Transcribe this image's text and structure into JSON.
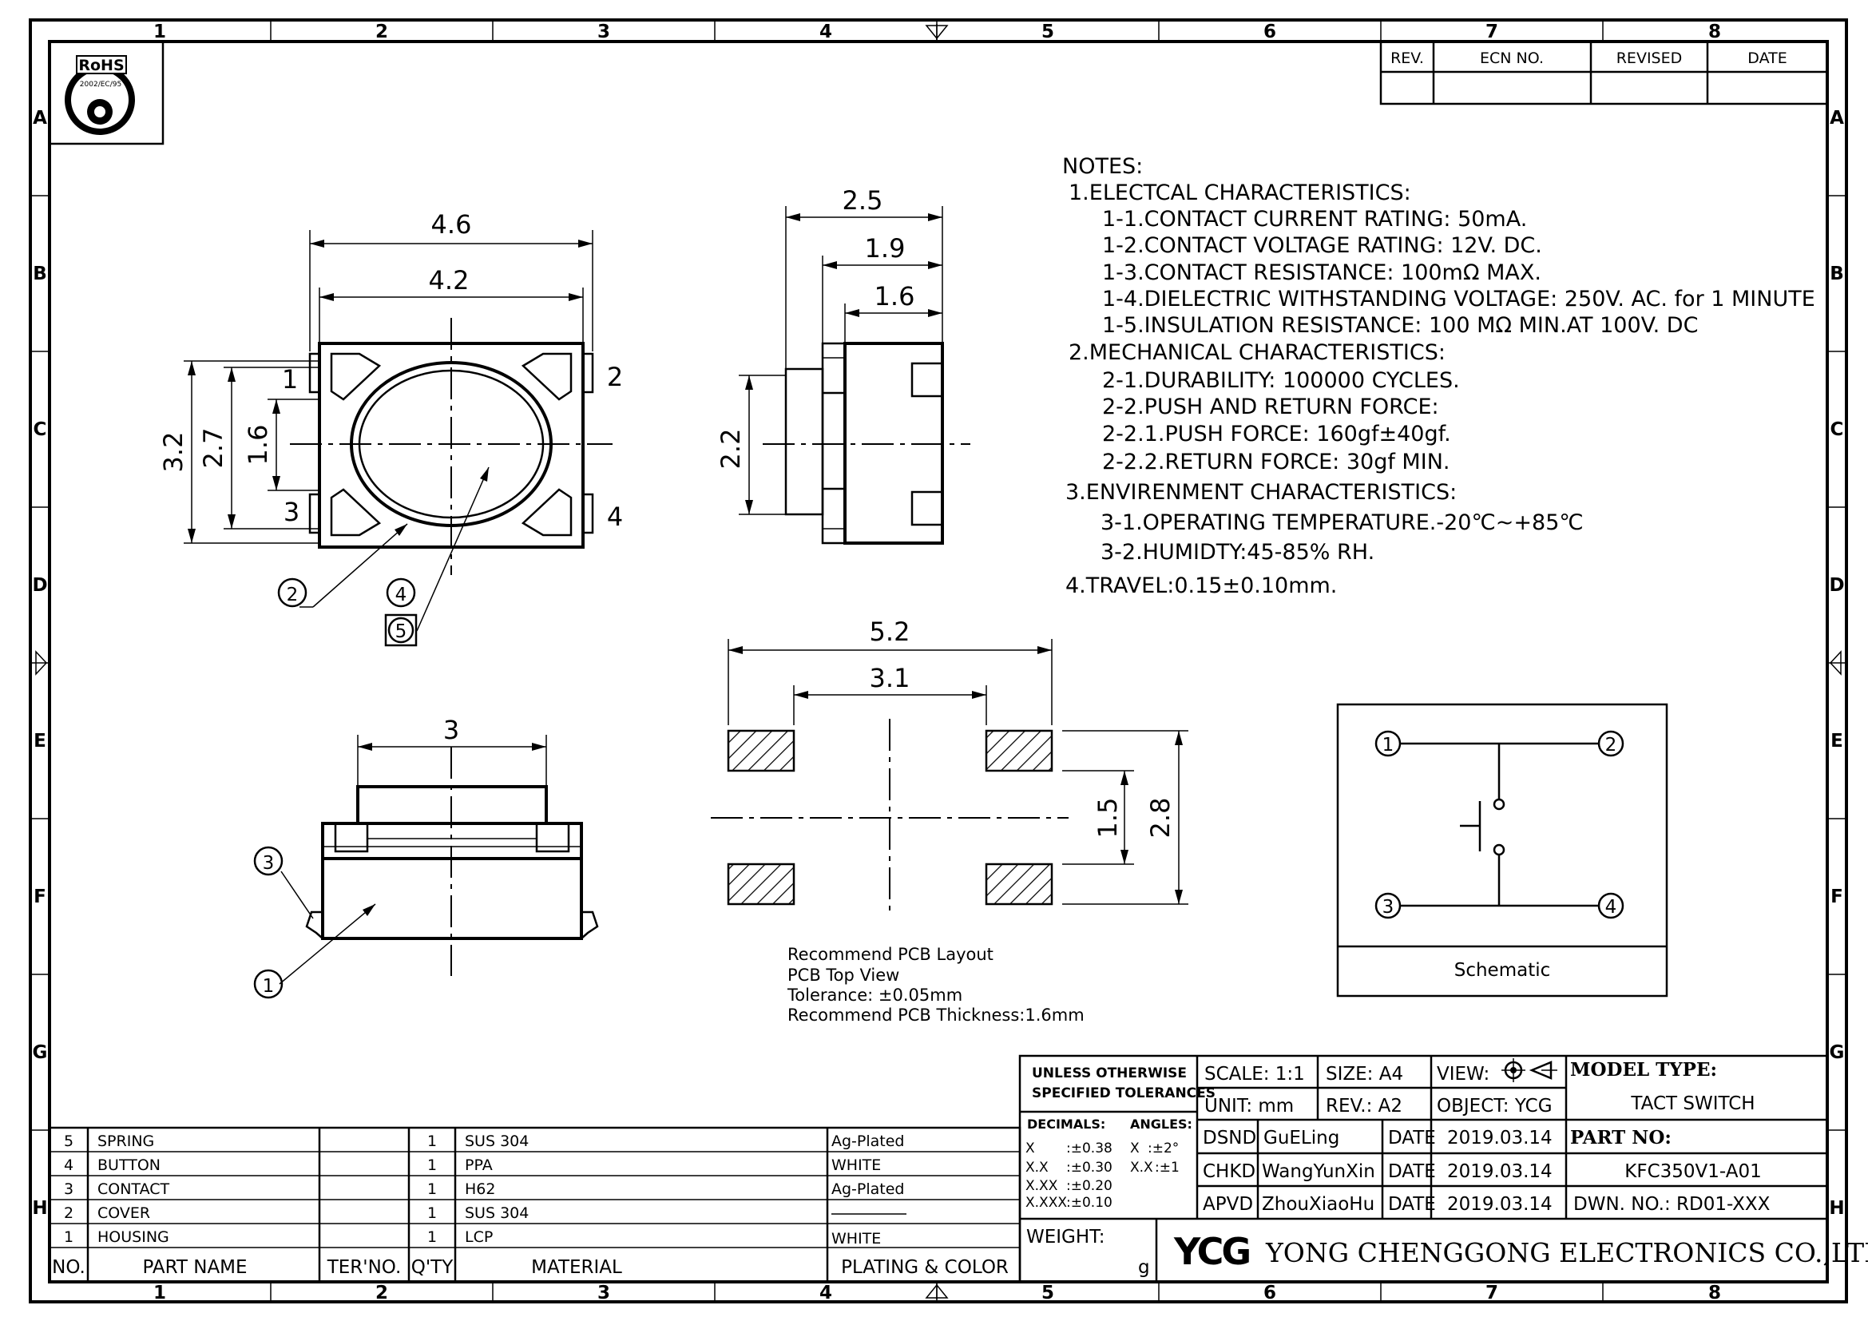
{
  "frame": {
    "zone_columns": [
      "1",
      "2",
      "3",
      "4",
      "5",
      "6",
      "7",
      "8"
    ],
    "zone_rows": [
      "A",
      "B",
      "C",
      "D",
      "E",
      "F",
      "G",
      "H"
    ]
  },
  "rohs": {
    "label": "RoHS",
    "code": "2002/EC/95"
  },
  "revision_table": {
    "headers": [
      "REV.",
      "ECN NO.",
      "REVISED",
      "DATE"
    ]
  },
  "dimensions": {
    "top_width_outer": "4.6",
    "top_width_inner": "4.2",
    "top_height_outer": "3.2",
    "top_height_mid": "2.7",
    "top_height_inner": "1.6",
    "side_w1": "2.5",
    "side_w2": "1.9",
    "side_w3": "1.6",
    "side_h": "2.2",
    "front_w": "3",
    "pcb_w_outer": "5.2",
    "pcb_w_inner": "3.1",
    "pcb_h_inner": "1.5",
    "pcb_h_outer": "2.8"
  },
  "pin_labels": [
    "1",
    "2",
    "3",
    "4"
  ],
  "balloons": [
    "1",
    "2",
    "3",
    "4",
    "5"
  ],
  "notes": {
    "title": "NOTES:",
    "lines": [
      "1.ELECTCAL  CHARACTERISTICS:",
      "1-1.CONTACT  CURRENT  RATING:   50mA.",
      "1-2.CONTACT  VOLTAGE  RATING:  12V.  DC.",
      "1-3.CONTACT  RESISTANCE:  100mΩ  MAX.",
      "1-4.DIELECTRIC  WITHSTANDING  VOLTAGE:  250V.  AC.  for  1  MINUTE",
      "1-5.INSULATION  RESISTANCE:  100  MΩ  MIN.AT  100V.  DC",
      "2.MECHANICAL  CHARACTERISTICS:",
      "2-1.DURABILITY:  100000  CYCLES.",
      "2-2.PUSH  AND  RETURN  FORCE:",
      "2-2.1.PUSH  FORCE:  160gf±40gf.",
      "2-2.2.RETURN  FORCE:  30gf  MIN.",
      "3.ENVIRENMENT  CHARACTERISTICS:",
      "3-1.OPERATING  TEMPERATURE.-20℃~+85℃",
      "3-2.HUMIDTY:45-85%  RH.",
      "4.TRAVEL:0.15±0.10mm."
    ]
  },
  "pcb_layout_notes": [
    "Recommend  PCB  Layout",
    "PCB  Top  View",
    "Tolerance:  ±0.05mm",
    "Recommend  PCB  Thickness:1.6mm"
  ],
  "schematic": {
    "label": "Schematic",
    "pins": [
      "1",
      "2",
      "3",
      "4"
    ]
  },
  "parts_list": {
    "headers": [
      "NO.",
      "PART NAME",
      "TER'NO.",
      "Q'TY",
      "MATERIAL",
      "PLATING & COLOR"
    ],
    "rows": [
      {
        "no": "5",
        "name": "SPRING",
        "ter": "",
        "qty": "1",
        "material": "SUS  304",
        "plating": "Ag-Plated"
      },
      {
        "no": "4",
        "name": "BUTTON",
        "ter": "",
        "qty": "1",
        "material": "PPA",
        "plating": "WHITE"
      },
      {
        "no": "3",
        "name": "CONTACT",
        "ter": "",
        "qty": "1",
        "material": "H62",
        "plating": "Ag-Plated"
      },
      {
        "no": "2",
        "name": "COVER",
        "ter": "",
        "qty": "1",
        "material": "SUS  304",
        "plating": ""
      },
      {
        "no": "1",
        "name": "HOUSING",
        "ter": "",
        "qty": "1",
        "material": "LCP",
        "plating": "WHITE"
      }
    ]
  },
  "tolerances": {
    "title_1": "UNLESS  OTHERWISE",
    "title_2": "SPECIFIED  TOLERANCES",
    "decimals_label": "DECIMALS:",
    "angles_label": "ANGLES:",
    "rows": [
      {
        "k": "X",
        "v": ":±0.38"
      },
      {
        "k": "X.X",
        "v": ":±0.30"
      },
      {
        "k": "X.XX",
        "v": ":±0.20"
      },
      {
        "k": "X.XXX",
        "v": ":±0.10"
      }
    ],
    "angles": [
      {
        "k": "X",
        "v": ":±2°"
      },
      {
        "k": "X.X",
        "v": ":±1"
      }
    ],
    "weight_label": "WEIGHT:",
    "weight_unit": "g"
  },
  "title_block": {
    "scale": "SCALE:  1:1",
    "size": "SIZE:  A4",
    "view": "VIEW:",
    "unit": "UNIT:  mm",
    "rev": "REV.:  A2",
    "object": "OBJECT:  YCG",
    "dsnd_label": "DSND",
    "dsnd": "GuELing",
    "chkd_label": "CHKD",
    "chkd": "WangYunXin",
    "apvd_label": "APVD",
    "apvd": "ZhouXiaoHu",
    "date_label": "DATE",
    "date1": "2019.03.14",
    "date2": "2019.03.14",
    "date3": "2019.03.14",
    "model_type_label": "MODEL  TYPE:",
    "model_type": "TACT  SWITCH",
    "part_no_label": "PART  NO:",
    "part_no": "KFC350V1-A01",
    "dwn_no": "DWN.  NO.:  RD01-XXX",
    "logo": "YCG",
    "company": "YONG  CHENGGONG  ELECTRONICS  CO.,LTD."
  }
}
